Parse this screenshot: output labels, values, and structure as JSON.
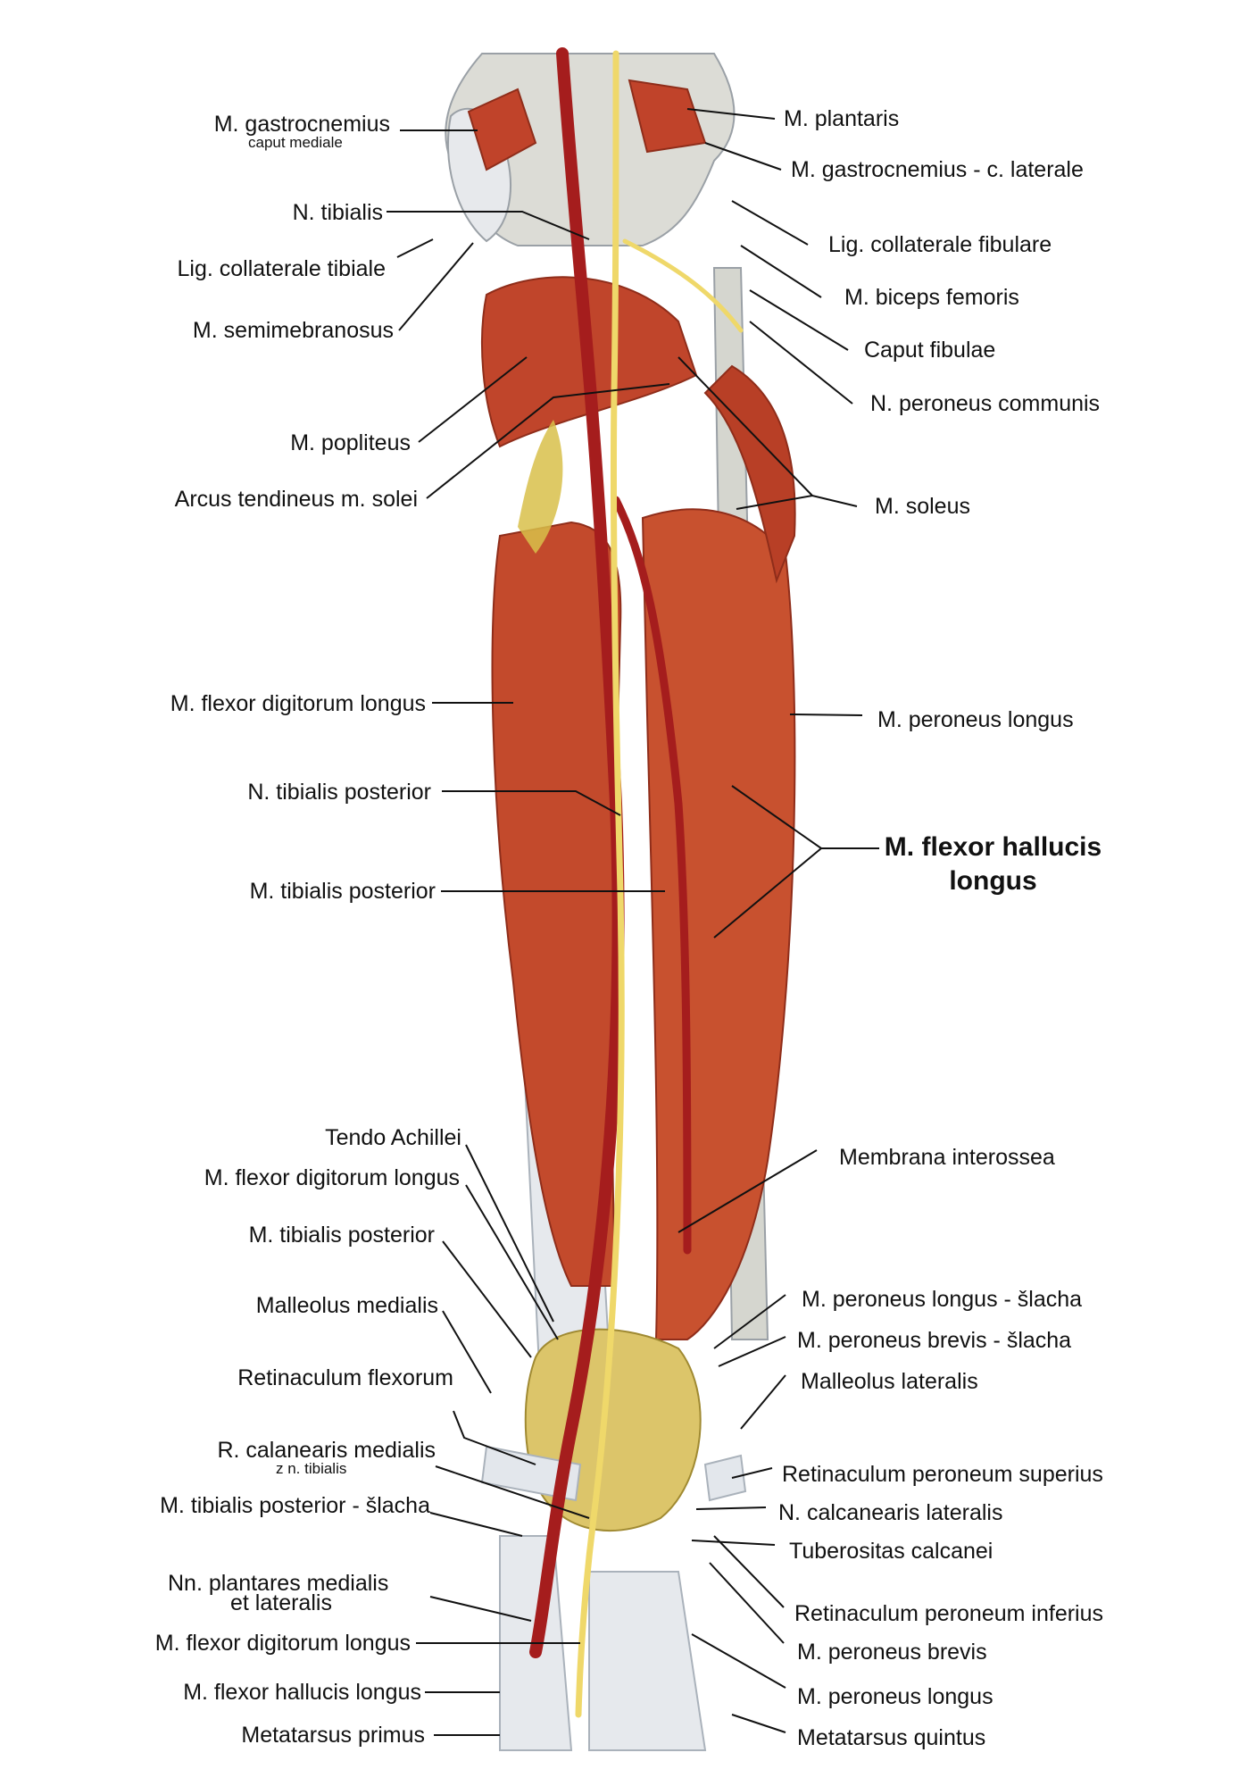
{
  "colors": {
    "muscle": "#c5462c",
    "muscle_dark": "#9c2f1c",
    "muscle_light": "#df7a5a",
    "bone": "#d9d9d2",
    "tendon": "#e9ecef",
    "tendon_shadow": "#b9c1c9",
    "fat": "#dcc24a",
    "artery": "#a51d1d",
    "nerve": "#efd86a",
    "leader": "#111111"
  },
  "labels": {
    "gastrocnemius_mediale": "M. gastrocnemius",
    "gastrocnemius_mediale_sub": "caput mediale",
    "tibialis": "N. tibialis",
    "lig_collaterale_tibiale": "Lig. collaterale tibiale",
    "semimebranosus": "M. semimebranosus",
    "popliteus": "M. popliteus",
    "arcus_tendineus": "Arcus tendineus m. solei",
    "flexor_digitorum_longus_1": "M. flexor digitorum longus",
    "tibialis_posterior_n": "N. tibialis posterior",
    "tibialis_posterior_m": "M. tibialis posterior",
    "tendo_achillei": "Tendo Achillei",
    "flexor_digitorum_longus_2": "M. flexor digitorum longus",
    "tibialis_posterior_m2": "M. tibialis posterior",
    "malleolus_medialis": "Malleolus medialis",
    "retinaculum_flexorum": "Retinaculum flexorum",
    "r_calanearis_medialis": "R. calanearis medialis",
    "r_calanearis_medialis_sub": "z n. tibialis",
    "tibialis_posterior_slacha": "M. tibialis posterior - šlacha",
    "nn_plantares_1": "Nn. plantares medialis",
    "nn_plantares_2": "et lateralis",
    "flexor_digitorum_longus_3": "M. flexor digitorum longus",
    "flexor_hallucis_longus_2": "M. flexor hallucis longus",
    "metatarsus_primus": "Metatarsus primus",
    "plantaris": "M. plantaris",
    "gastrocnemius_laterale": "M. gastrocnemius - c. laterale",
    "lig_collaterale_fibulare": "Lig. collaterale fibulare",
    "biceps_femoris": "M. biceps femoris",
    "caput_fibulae": "Caput fibulae",
    "peroneus_communis": "N. peroneus communis",
    "soleus": "M. soleus",
    "peroneus_longus": "M. peroneus longus",
    "flexor_hallucis_longus_1": "M. flexor hallucis",
    "flexor_hallucis_longus_1b": "longus",
    "membrana_interossea": "Membrana interossea",
    "peroneus_longus_slacha": "M. peroneus longus - šlacha",
    "peroneus_brevis_slacha": "M. peroneus brevis - šlacha",
    "malleolus_lateralis": "Malleolus lateralis",
    "retinaculum_peroneum_superius": "Retinaculum peroneum superius",
    "n_calcanearis_lateralis": "N. calcanearis lateralis",
    "tuberositas_calcanei": "Tuberositas calcanei",
    "retinaculum_peroneum_inferius": "Retinaculum peroneum inferius",
    "peroneus_brevis": "M. peroneus brevis",
    "peroneus_longus_2": "M. peroneus longus",
    "metatarsus_quintus": "Metatarsus quintus"
  }
}
